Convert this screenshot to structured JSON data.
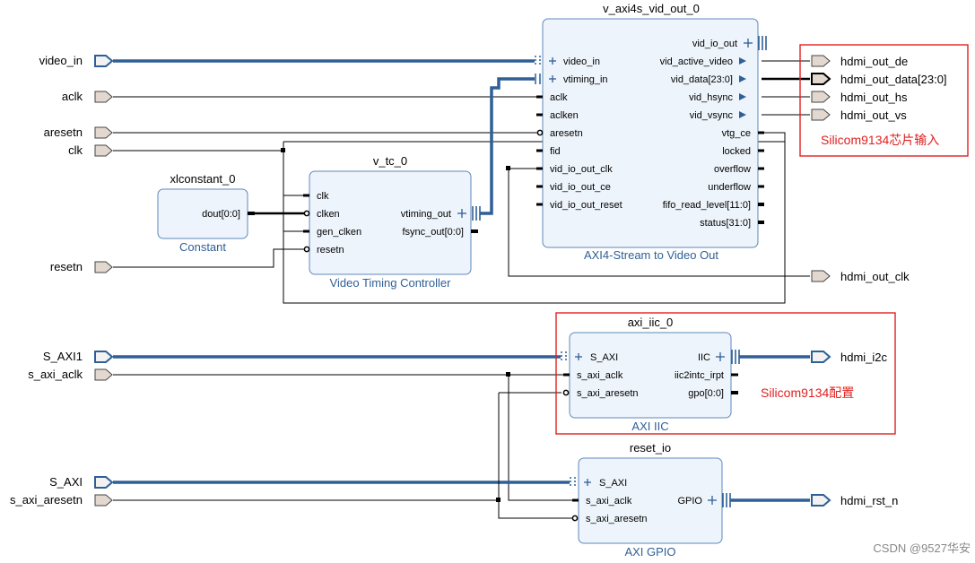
{
  "blocks": {
    "vid_out": {
      "instance": "v_axi4s_vid_out_0",
      "subtitle": "AXI4-Stream to Video Out",
      "left_pins": [
        "video_in",
        "vtiming_in",
        "aclk",
        "aclken",
        "aresetn",
        "fid",
        "vid_io_out_clk",
        "vid_io_out_ce",
        "vid_io_out_reset"
      ],
      "right_pins": [
        "vid_io_out",
        "vid_active_video",
        "vid_data[23:0]",
        "vid_hsync",
        "vid_vsync",
        "vtg_ce",
        "locked",
        "overflow",
        "underflow",
        "fifo_read_level[11:0]",
        "status[31:0]"
      ]
    },
    "vtc": {
      "instance": "v_tc_0",
      "subtitle": "Video Timing Controller",
      "left_pins": [
        "clk",
        "clken",
        "gen_clken",
        "resetn"
      ],
      "right_pins": [
        "vtiming_out",
        "fsync_out[0:0]"
      ]
    },
    "xlconst": {
      "instance": "xlconstant_0",
      "subtitle": "Constant",
      "right_pins": [
        "dout[0:0]"
      ]
    },
    "iic": {
      "instance": "axi_iic_0",
      "subtitle": "AXI IIC",
      "left_pins": [
        "S_AXI",
        "s_axi_aclk",
        "s_axi_aresetn"
      ],
      "right_pins": [
        "IIC",
        "iic2intc_irpt",
        "gpo[0:0]"
      ]
    },
    "gpio": {
      "instance": "reset_io",
      "subtitle": "AXI GPIO",
      "left_pins": [
        "S_AXI",
        "s_axi_aclk",
        "s_axi_aresetn"
      ],
      "right_pins": [
        "GPIO"
      ]
    }
  },
  "input_ports": [
    "video_in",
    "aclk",
    "aresetn",
    "clk",
    "resetn",
    "S_AXI1",
    "s_axi_aclk",
    "S_AXI",
    "s_axi_aresetn"
  ],
  "output_ports": [
    "hdmi_out_de",
    "hdmi_out_data[23:0]",
    "hdmi_out_hs",
    "hdmi_out_vs",
    "hdmi_out_clk",
    "hdmi_i2c",
    "hdmi_rst_n"
  ],
  "annotations": {
    "video_out_note": "Silicom9134芯片输入",
    "iic_note": "Silicom9134配置",
    "annotation_color": "#e02020"
  },
  "watermark": "CSDN @9527华安"
}
